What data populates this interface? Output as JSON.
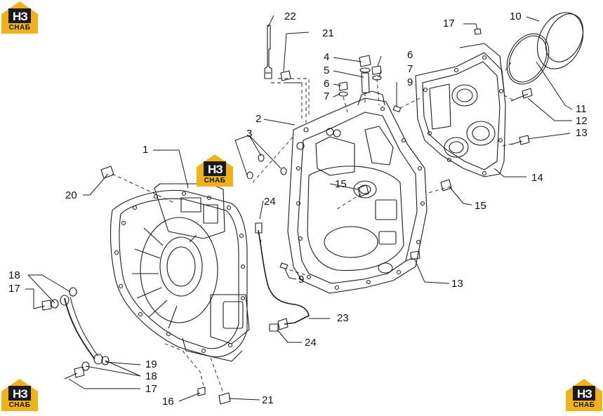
{
  "brand": {
    "badge_top": "НЗ",
    "badge_bottom": "СНАБ",
    "accent_color": "#f0b21a",
    "dark_color": "#1a1a1a"
  },
  "callouts": [
    {
      "id": "1",
      "label": "1"
    },
    {
      "id": "2",
      "label": "2"
    },
    {
      "id": "3",
      "label": "3"
    },
    {
      "id": "4",
      "label": "4"
    },
    {
      "id": "5",
      "label": "5"
    },
    {
      "id": "6a",
      "label": "6"
    },
    {
      "id": "6b",
      "label": "6"
    },
    {
      "id": "7a",
      "label": "7"
    },
    {
      "id": "7b",
      "label": "7"
    },
    {
      "id": "9a",
      "label": "9"
    },
    {
      "id": "9b",
      "label": "9"
    },
    {
      "id": "10",
      "label": "10"
    },
    {
      "id": "11",
      "label": "11"
    },
    {
      "id": "12",
      "label": "12"
    },
    {
      "id": "13a",
      "label": "13"
    },
    {
      "id": "13b",
      "label": "13"
    },
    {
      "id": "14",
      "label": "14"
    },
    {
      "id": "15a",
      "label": "15"
    },
    {
      "id": "15b",
      "label": "15"
    },
    {
      "id": "16",
      "label": "16"
    },
    {
      "id": "17a",
      "label": "17"
    },
    {
      "id": "17b",
      "label": "17"
    },
    {
      "id": "17c",
      "label": "17"
    },
    {
      "id": "18a",
      "label": "18"
    },
    {
      "id": "18b",
      "label": "18"
    },
    {
      "id": "19",
      "label": "19"
    },
    {
      "id": "20",
      "label": "20"
    },
    {
      "id": "21a",
      "label": "21"
    },
    {
      "id": "21b",
      "label": "21"
    },
    {
      "id": "22",
      "label": "22"
    },
    {
      "id": "23",
      "label": "23"
    },
    {
      "id": "24a",
      "label": "24"
    },
    {
      "id": "24b",
      "label": "24"
    }
  ]
}
